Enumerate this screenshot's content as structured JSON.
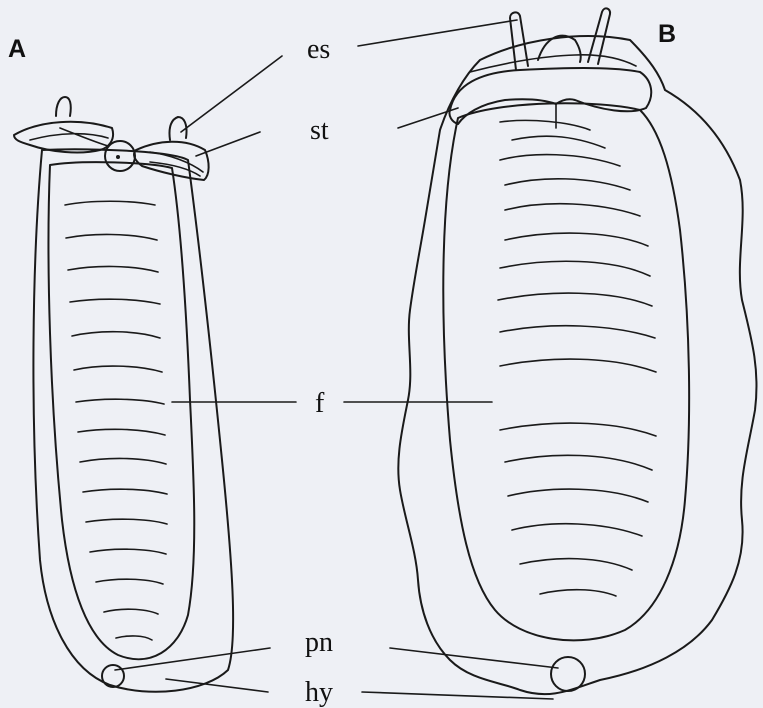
{
  "figure": {
    "panels": [
      {
        "id": "A",
        "letter": "A"
      },
      {
        "id": "B",
        "letter": "B"
      }
    ],
    "labels": {
      "es": "es",
      "st": "st",
      "f": "f",
      "pn": "pn",
      "hy": "hy"
    },
    "line_color": "#1a1a1a",
    "background": "#eef0f5"
  }
}
